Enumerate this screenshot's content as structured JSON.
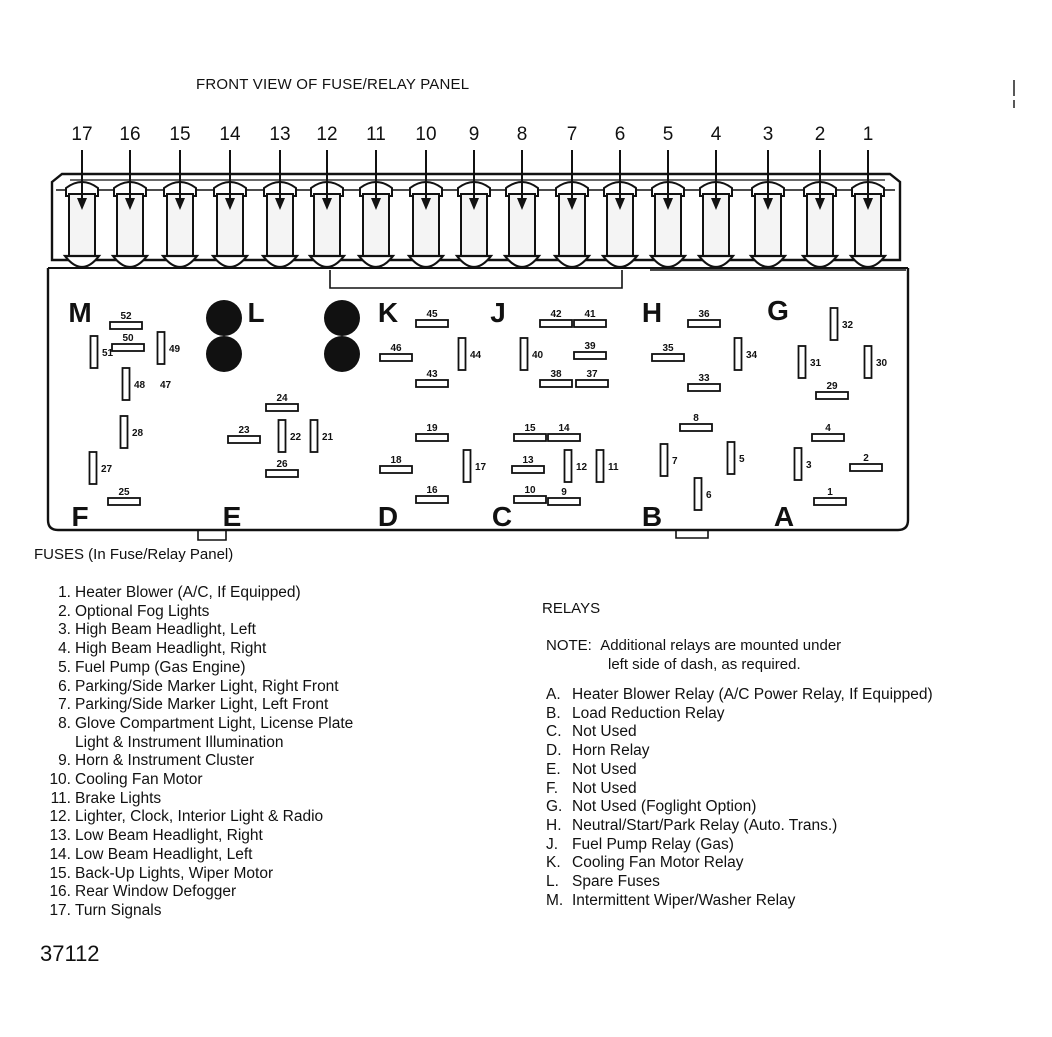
{
  "title": "FRONT VIEW OF FUSE/RELAY PANEL",
  "top_numbers": [
    "17",
    "16",
    "15",
    "14",
    "13",
    "12",
    "11",
    "10",
    "9",
    "8",
    "7",
    "6",
    "5",
    "4",
    "3",
    "2",
    "1"
  ],
  "panel_letters": [
    "M",
    "L",
    "K",
    "J",
    "H",
    "G",
    "F",
    "E",
    "D",
    "C",
    "B",
    "A"
  ],
  "slot_labels": [
    "52",
    "51",
    "50",
    "49",
    "48",
    "47",
    "28",
    "27",
    "25",
    "24",
    "23",
    "22",
    "21",
    "26",
    "46",
    "45",
    "44",
    "43",
    "19",
    "18",
    "16",
    "17",
    "42",
    "41",
    "40",
    "39",
    "38",
    "37",
    "15",
    "14",
    "13",
    "12",
    "11",
    "10",
    "9",
    "36",
    "35",
    "34",
    "33",
    "32",
    "31",
    "30",
    "29",
    "8",
    "7",
    "6",
    "5",
    "4",
    "3",
    "2",
    "1"
  ],
  "fuses_heading": "FUSES (In Fuse/Relay Panel)",
  "fuses": [
    {
      "num": "1.",
      "text": "Heater Blower (A/C, If Equipped)"
    },
    {
      "num": "2.",
      "text": "Optional Fog Lights"
    },
    {
      "num": "3.",
      "text": "High Beam Headlight, Left"
    },
    {
      "num": "4.",
      "text": "High Beam Headlight, Right"
    },
    {
      "num": "5.",
      "text": "Fuel Pump (Gas Engine)"
    },
    {
      "num": "6.",
      "text": "Parking/Side Marker Light, Right Front"
    },
    {
      "num": "7.",
      "text": "Parking/Side Marker Light, Left Front"
    },
    {
      "num": "8.",
      "text": "Glove Compartment Light, License Plate"
    },
    {
      "num": "",
      "text": "Light & Instrument Illumination"
    },
    {
      "num": "9.",
      "text": "Horn & Instrument Cluster"
    },
    {
      "num": "10.",
      "text": "Cooling Fan Motor"
    },
    {
      "num": "11.",
      "text": "Brake Lights"
    },
    {
      "num": "12.",
      "text": "Lighter, Clock, Interior Light & Radio"
    },
    {
      "num": "13.",
      "text": "Low Beam Headlight, Right"
    },
    {
      "num": "14.",
      "text": "Low Beam Headlight, Left"
    },
    {
      "num": "15.",
      "text": "Back-Up Lights, Wiper Motor"
    },
    {
      "num": "16.",
      "text": "Rear Window Defogger"
    },
    {
      "num": "17.",
      "text": "Turn Signals"
    }
  ],
  "relays_heading": "RELAYS",
  "note_label": "NOTE:",
  "note_line1": "Additional relays are mounted under",
  "note_line2": "left side of dash, as required.",
  "relays": [
    {
      "letter": "A.",
      "text": "Heater Blower Relay (A/C Power Relay, If Equipped)"
    },
    {
      "letter": "B.",
      "text": "Load Reduction Relay"
    },
    {
      "letter": "C.",
      "text": "Not Used"
    },
    {
      "letter": "D.",
      "text": "Horn Relay"
    },
    {
      "letter": "E.",
      "text": "Not Used"
    },
    {
      "letter": "F.",
      "text": "Not Used"
    },
    {
      "letter": "G.",
      "text": "Not Used (Foglight Option)"
    },
    {
      "letter": "H.",
      "text": "Neutral/Start/Park Relay (Auto. Trans.)"
    },
    {
      "letter": "J.",
      "text": "Fuel Pump Relay (Gas)"
    },
    {
      "letter": "K.",
      "text": "Cooling Fan Motor Relay"
    },
    {
      "letter": "L.",
      "text": "Spare Fuses"
    },
    {
      "letter": "M.",
      "text": "Intermittent Wiper/Washer Relay"
    }
  ],
  "doc_number": "37112",
  "colors": {
    "ink": "#111111",
    "paper": "#ffffff",
    "fuse_fill": "#f4f4f4"
  }
}
